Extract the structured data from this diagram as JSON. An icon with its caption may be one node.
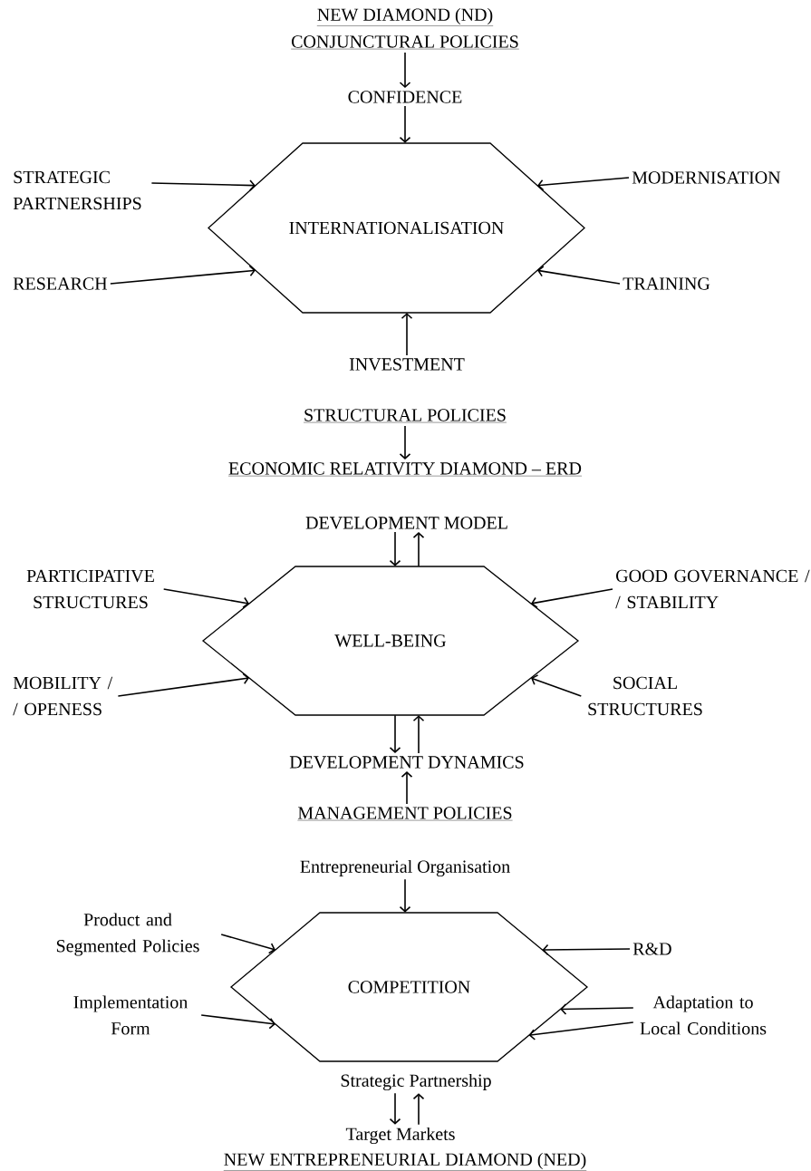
{
  "diagram": {
    "nodes": [
      {
        "text": [
          "CONJUNCTURAL POLICIES"
        ]
      },
      {
        "text": [
          "CONFIDENCE"
        ]
      },
      {
        "text": [
          "INTERNATIONALISATION"
        ]
      },
      {
        "text": [
          "STRATEGIC PARTNERSHIPS"
        ]
      },
      {
        "text": [
          "MODERNISATION"
        ]
      },
      {
        "text": [
          "RESEARCH"
        ]
      },
      {
        "text": [
          "TRAINING"
        ]
      },
      {
        "text": [
          "INVESTMENT"
        ]
      },
      {
        "text": [
          "STRUCTURAL POLICIES"
        ]
      },
      {
        "text": [
          "ECONOMIC RELATIVITY DIAMOND – ERD"
        ]
      },
      {
        "text": [
          "DEVELOPMENT MODEL"
        ]
      },
      {
        "text": [
          "WELL-BEING"
        ]
      },
      {
        "text": [
          "PARTICIPATIVE STRUCTURES"
        ]
      },
      {
        "text": [
          "GOOD GOVERNANCE / / STABILITY"
        ]
      },
      {
        "text": [
          "MOBILITY / / OPENESS"
        ]
      },
      {
        "text": [
          "SOCIAL STRUCTURES"
        ]
      },
      {
        "text": [
          "DEVELOPMENT DYNAMICS"
        ]
      },
      {
        "text": [
          "MANAGEMENT POLICIES"
        ]
      },
      {
        "text": [
          "Entrepreneurial Organisation"
        ]
      },
      {
        "text": [
          "COMPETITION"
        ]
      },
      {
        "text": [
          "Product and Segmented Policies"
        ]
      },
      {
        "text": [
          "R&D"
        ]
      },
      {
        "text": [
          "Implementation Form"
        ]
      },
      {
        "text": [
          "Adaptation to Local Conditions"
        ]
      },
      {
        "text": [
          "Strategic Partnership"
        ]
      },
      {
        "text": [
          "Target Markets"
        ]
      }
    ],
    "edges": [
      {
        "from": 0,
        "to": 1,
        "arrow": "to"
      },
      {
        "from": 1,
        "to": 2,
        "arrow": "to"
      },
      {
        "from": 3,
        "to": 2,
        "arrow": "to"
      },
      {
        "from": 4,
        "to": 2,
        "arrow": "to"
      },
      {
        "from": 5,
        "to": 2,
        "arrow": "to"
      },
      {
        "from": 6,
        "to": 2,
        "arrow": "to"
      },
      {
        "from": 7,
        "to": 2,
        "arrow": "to"
      },
      {
        "from": 8,
        "to": 9,
        "arrow": "to"
      },
      {
        "from": 10,
        "to": 11,
        "arrow": "to"
      },
      {
        "from": 11,
        "to": 10,
        "arrow": "to"
      },
      {
        "from": 12,
        "to": 11,
        "arrow": "to"
      },
      {
        "from": 13,
        "to": 11,
        "arrow": "to"
      },
      {
        "from": 14,
        "to": 11,
        "arrow": "to"
      },
      {
        "from": 15,
        "to": 11,
        "arrow": "to"
      },
      {
        "from": 11,
        "to": 16,
        "arrow": "to"
      },
      {
        "from": 16,
        "to": 11,
        "arrow": "to"
      },
      {
        "from": 17,
        "to": 16,
        "arrow": "to"
      },
      {
        "from": 18,
        "to": 19,
        "arrow": "to"
      },
      {
        "from": 20,
        "to": 19,
        "arrow": "to"
      },
      {
        "from": 21,
        "to": 19,
        "arrow": "to"
      },
      {
        "from": 22,
        "to": 19,
        "arrow": "to"
      },
      {
        "from": 23,
        "to": 19,
        "arrow": "to"
      },
      {
        "from": 23,
        "to": 19,
        "arrow": "to"
      },
      {
        "from": 24,
        "to": 25,
        "arrow": "to"
      },
      {
        "from": 25,
        "to": 24,
        "arrow": "to"
      }
    ],
    "labels": [
      "NEW DIAMOND (ND)",
      "NEW ENTREPRENEURIAL DIAMOND (NED)"
    ]
  }
}
